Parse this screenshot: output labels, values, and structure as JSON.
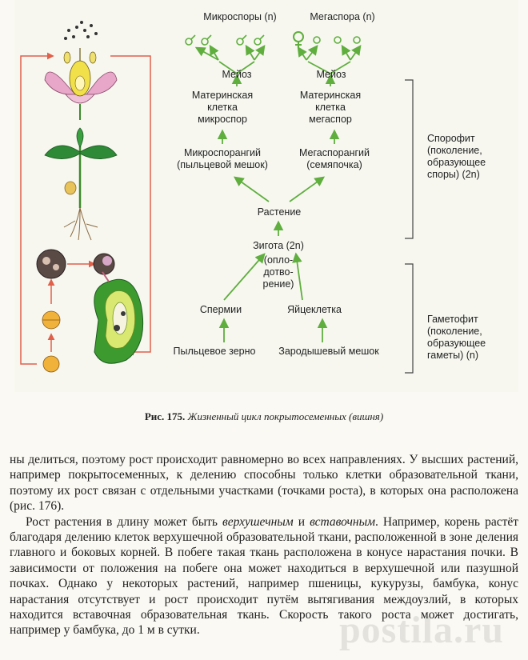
{
  "diagram": {
    "labels": {
      "microspores": "Микроспоры (n)",
      "megaspore": "Мегаспора (n)",
      "meiosis_left": "Мейоз",
      "meiosis_right": "Мейоз",
      "mother_micro": "Материнская\nклетка\nмикроспор",
      "mother_mega": "Материнская\nклетка\nмегаспор",
      "microsporangium": "Микроспорангий\n(пыльцевой мешок)",
      "megasporangium": "Мегаспорангий\n(семяпочка)",
      "plant": "Растение",
      "zygote": "Зигота (2n)",
      "fertilization": "(опло-\nдотво-\nрение)",
      "sperm": "Спермии",
      "egg": "Яйцеклетка",
      "pollen": "Пыльцевое зерно",
      "embryo_sac": "Зародышевый мешок",
      "sporophyte": "Спорофит\n(поколение,\nобразующее\nспоры) (2n)",
      "gametophyte": "Гаметофит\n(поколение,\nобразующее\nгаметы) (n)"
    },
    "colors": {
      "arrow": "#5fae3e",
      "cycle_line": "#e0604a",
      "bracket": "#444444"
    }
  },
  "caption": {
    "number": "Рис. 175.",
    "text": "Жизненный цикл покрытосеменных (вишня)"
  },
  "body": {
    "p1": "ны делиться, поэтому рост происходит равномерно во всех направлениях. У высших растений, например покрытосеменных, к делению способны только клетки образовательной ткани, поэтому их рост связан с отдельными участками (точками роста), в которых она расположена (рис. 176).",
    "p2_a": "Рост растения в длину может быть ",
    "p2_b": "верхушечным",
    "p2_c": " и ",
    "p2_d": "вставочным",
    "p2_e": ". Например, корень растёт благодаря делению клеток верхушечной образовательной ткани, расположенной в зоне деления главного и боковых корней. В побеге такая ткань расположена в конусе нарастания почки. В зависимости от положения на побеге она может находиться в верхушечной или пазушной почках. Однако у некоторых растений, например пшеницы, кукурузы, бамбука, конус нарастания отсутствует и рост происходит путём вытягивания междоузлий, в которых находится вставочная образовательная ткань. Скорость такого роста может достигать, например у бамбука, до 1 м в сутки."
  },
  "watermark": "postila.ru"
}
